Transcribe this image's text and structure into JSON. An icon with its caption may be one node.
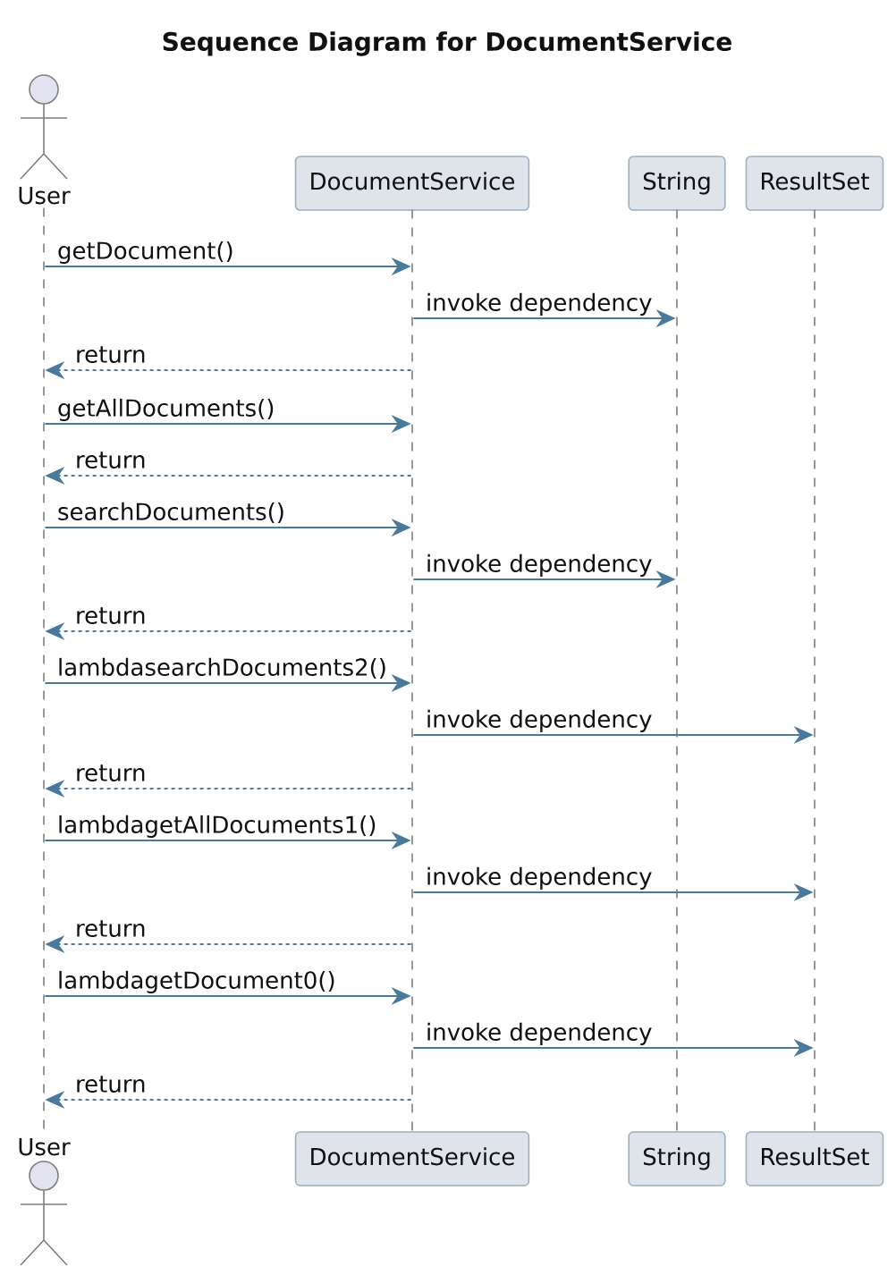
{
  "diagram": {
    "title": "Sequence Diagram for DocumentService",
    "nodes": [
      {
        "text": [
          "User"
        ]
      },
      {
        "text": [
          "DocumentService"
        ]
      },
      {
        "text": [
          "String"
        ]
      },
      {
        "text": [
          "ResultSet"
        ]
      },
      {
        "text": [],
        "shape": "line"
      },
      {
        "text": [],
        "shape": "line"
      },
      {
        "text": [],
        "shape": "line"
      },
      {
        "text": [],
        "shape": "line"
      },
      {
        "text": [
          "User"
        ]
      },
      {
        "text": [
          "DocumentService"
        ]
      },
      {
        "text": [
          "String"
        ]
      },
      {
        "text": [
          "ResultSet"
        ]
      }
    ],
    "edges": [
      {
        "from": 4,
        "to": 5,
        "arrow": "to",
        "label": "getDocument()"
      },
      {
        "from": 5,
        "to": 6,
        "arrow": "to",
        "label": "invoke dependency"
      },
      {
        "from": 5,
        "to": 4,
        "arrow": "to",
        "label": "return",
        "style": "dashed"
      },
      {
        "from": 4,
        "to": 5,
        "arrow": "to",
        "label": "getAllDocuments()"
      },
      {
        "from": 5,
        "to": 4,
        "arrow": "to",
        "label": "return",
        "style": "dashed"
      },
      {
        "from": 4,
        "to": 5,
        "arrow": "to",
        "label": "searchDocuments()"
      },
      {
        "from": 5,
        "to": 6,
        "arrow": "to",
        "label": "invoke dependency"
      },
      {
        "from": 5,
        "to": 4,
        "arrow": "to",
        "label": "return",
        "style": "dashed"
      },
      {
        "from": 4,
        "to": 5,
        "arrow": "to",
        "label": "lambdasearchDocuments2()"
      },
      {
        "from": 5,
        "to": 7,
        "arrow": "to",
        "label": "invoke dependency"
      },
      {
        "from": 5,
        "to": 4,
        "arrow": "to",
        "label": "return",
        "style": "dashed"
      },
      {
        "from": 4,
        "to": 5,
        "arrow": "to",
        "label": "lambdagetAllDocuments1()"
      },
      {
        "from": 5,
        "to": 7,
        "arrow": "to",
        "label": "invoke dependency"
      },
      {
        "from": 5,
        "to": 4,
        "arrow": "to",
        "label": "return",
        "style": "dashed"
      },
      {
        "from": 4,
        "to": 5,
        "arrow": "to",
        "label": "lambdagetDocument0()"
      },
      {
        "from": 5,
        "to": 7,
        "arrow": "to",
        "label": "invoke dependency"
      },
      {
        "from": 5,
        "to": 4,
        "arrow": "to",
        "label": "return",
        "style": "dashed"
      }
    ]
  }
}
